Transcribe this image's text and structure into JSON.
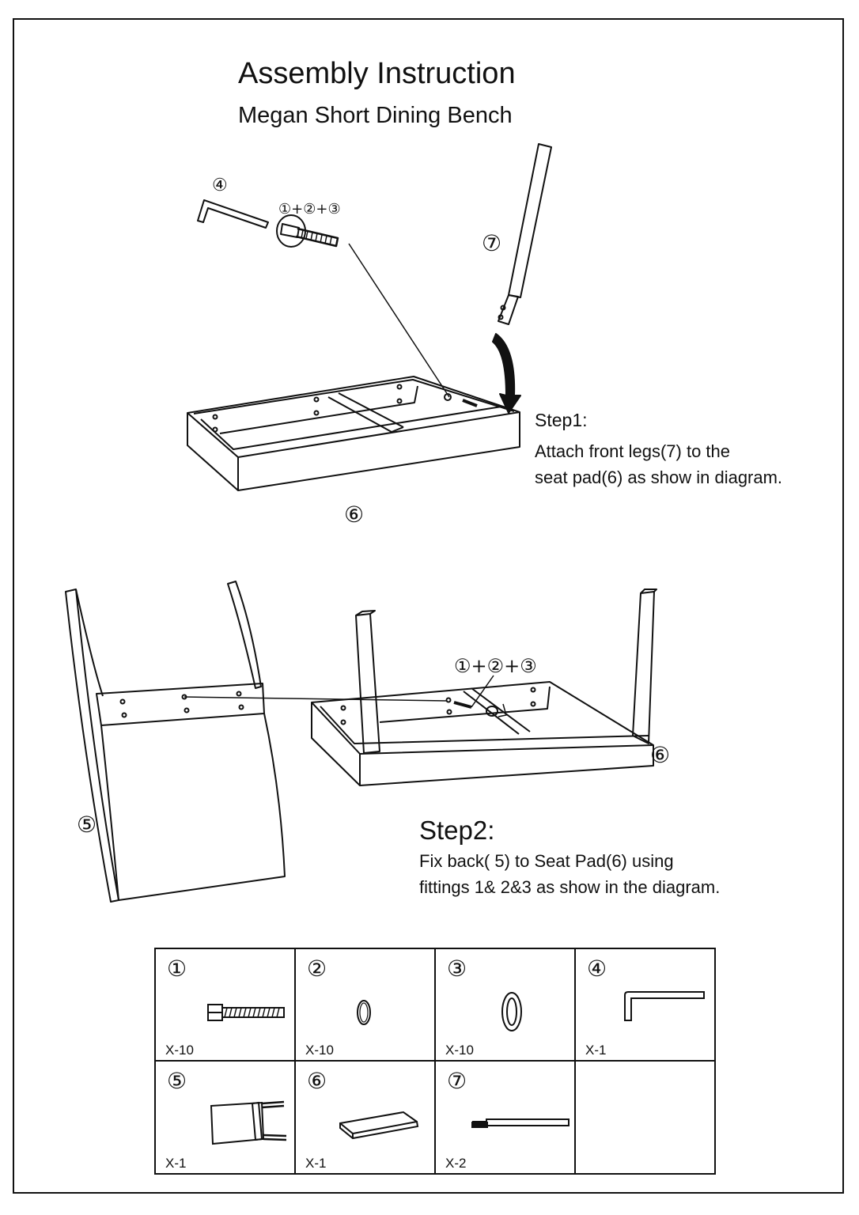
{
  "document": {
    "title": "Assembly Instruction",
    "subtitle": "Megan Short Dining Bench"
  },
  "step1": {
    "heading": "Step1:",
    "lines": [
      "Attach front legs(7) to the",
      "seat pad(6) as show in diagram."
    ],
    "callouts": {
      "allen_key": "④",
      "fittings": [
        "①",
        "②",
        "③"
      ],
      "front_leg": "⑦",
      "seat_pad": "⑥"
    }
  },
  "step2": {
    "heading": "Step2:",
    "lines": [
      "Fix back( 5) to Seat Pad(6) using",
      "fittings  1& 2&3 as show in the diagram."
    ],
    "callouts": {
      "fittings": [
        "①",
        "②",
        "③"
      ],
      "back": "⑤",
      "seat_pad": "⑥"
    }
  },
  "parts": [
    {
      "number": "①",
      "name": "bolt",
      "qty": "X-10"
    },
    {
      "number": "②",
      "name": "spring-washer",
      "qty": "X-10"
    },
    {
      "number": "③",
      "name": "flat-washer",
      "qty": "X-10"
    },
    {
      "number": "④",
      "name": "allen-key",
      "qty": "X-1"
    },
    {
      "number": "⑤",
      "name": "back",
      "qty": "X-1"
    },
    {
      "number": "⑥",
      "name": "seat-pad",
      "qty": "X-1"
    },
    {
      "number": "⑦",
      "name": "front-leg",
      "qty": "X-2"
    }
  ]
}
